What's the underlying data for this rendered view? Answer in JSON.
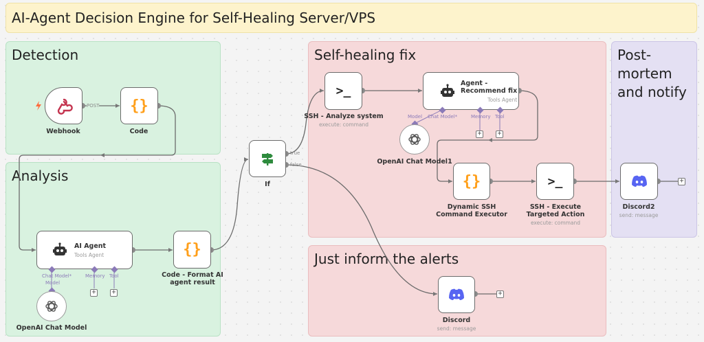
{
  "header": {
    "title": "AI-Agent Decision Engine for Self-Healing Server/VPS"
  },
  "colors": {
    "header_bg": "#fdf3cc",
    "detection_bg": "#d9f2e0",
    "fix_bg": "#f6d9da",
    "postmortem_bg": "#e4e0f3",
    "code_icon": "#ff9f1a",
    "discord": "#5865f2",
    "webhook": "#c4344f",
    "if_icon": "#2e8b3e",
    "port_purple": "#8b7ab8"
  },
  "sections": {
    "detection": "Detection",
    "analysis": "Analysis",
    "fix": "Self-healing fix",
    "inform": "Just inform the alerts",
    "postmortem": "Post-\nmortem\nand notify"
  },
  "nodes": {
    "webhook": {
      "label": "Webhook",
      "icon": "webhook-icon",
      "out_label": "POST"
    },
    "code": {
      "label": "Code",
      "icon": "code-braces-icon"
    },
    "ai_agent": {
      "title": "AI Agent",
      "subtitle": "Tools Agent",
      "icon": "robot-icon"
    },
    "openai_chat": {
      "label": "OpenAI Chat Model",
      "icon": "openai-icon"
    },
    "format": {
      "label": "Code - Format AI agent result",
      "icon": "code-braces-icon"
    },
    "if": {
      "label": "If",
      "icon": "signpost-icon",
      "true_label": "true",
      "false_label": "false"
    },
    "ssh_analyze": {
      "label": "SSH - Analyze system",
      "subtitle": "execute: command",
      "icon": "terminal-icon"
    },
    "agent_recommend": {
      "title": "Agent -\nRecommend fix",
      "subtitle": "Tools Agent",
      "icon": "robot-icon"
    },
    "openai_chat1": {
      "label": "OpenAI Chat Model1",
      "icon": "openai-icon"
    },
    "dynamic_ssh": {
      "label": "Dynamic SSH Command Executor",
      "icon": "code-braces-icon"
    },
    "ssh_execute": {
      "label": "SSH - Execute Targeted Action",
      "subtitle": "execute: command",
      "icon": "terminal-icon"
    },
    "discord2": {
      "label": "Discord2",
      "subtitle": "send: message",
      "icon": "discord-icon"
    },
    "discord": {
      "label": "Discord",
      "subtitle": "send: message",
      "icon": "discord-icon"
    }
  },
  "ports": {
    "chat_model": "Chat Model*",
    "model": "Model",
    "memory": "Memory",
    "tool": "Tool"
  }
}
